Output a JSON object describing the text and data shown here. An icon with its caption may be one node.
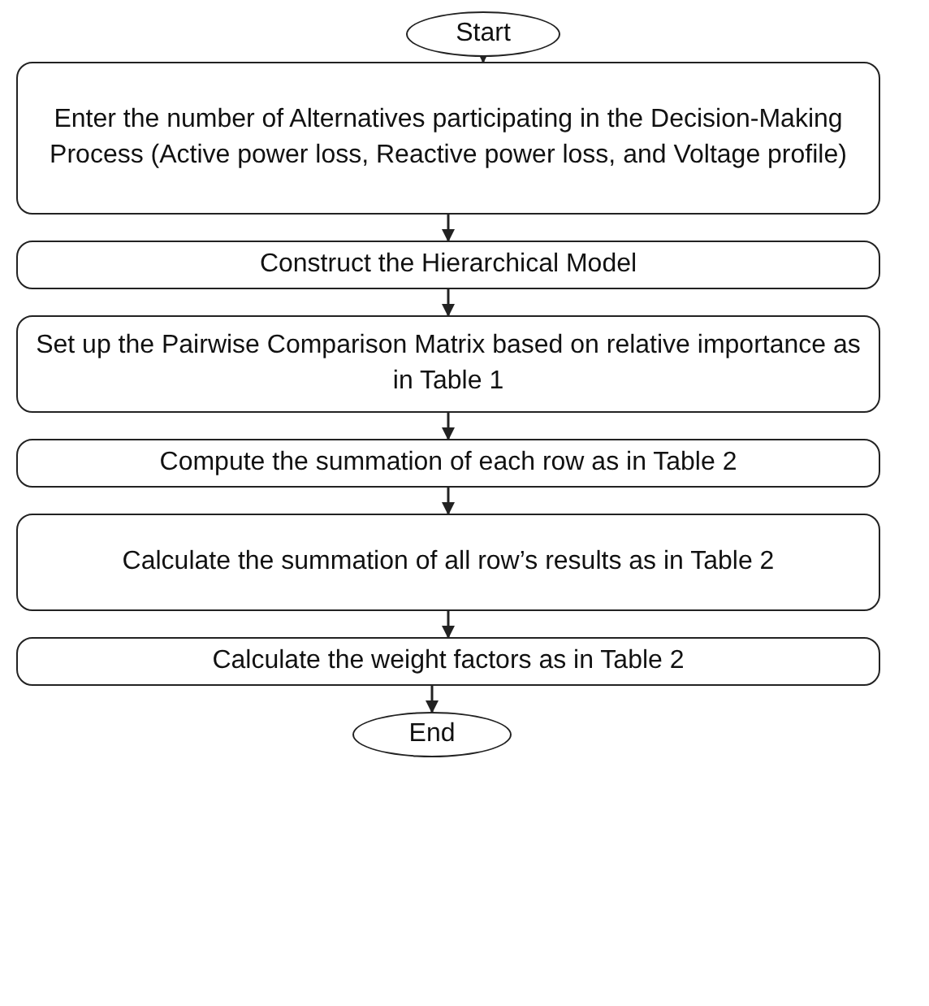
{
  "diagram": {
    "nodes": [
      {
        "text": [
          "Start"
        ]
      },
      {
        "text": [
          "Enter the number of Alternatives participating in the Decision-Making Process (Active power loss, Reactive power loss, and Voltage profile)"
        ]
      },
      {
        "text": [
          "Construct the Hierarchical Model"
        ]
      },
      {
        "text": [
          "Set up the Pairwise Comparison Matrix based on relative importance as in Table 1"
        ]
      },
      {
        "text": [
          "Compute the summation of each row as in Table 2"
        ]
      },
      {
        "text": [
          "Calculate the summation of all row’s results as in Table 2"
        ]
      },
      {
        "text": [
          "Calculate the weight factors as in Table 2"
        ]
      },
      {
        "text": [
          "End"
        ]
      }
    ],
    "edges": [
      {
        "from": 0,
        "to": 1,
        "arrow": "to"
      },
      {
        "from": 1,
        "to": 2,
        "arrow": "to"
      },
      {
        "from": 2,
        "to": 3,
        "arrow": "to"
      },
      {
        "from": 3,
        "to": 4,
        "arrow": "to"
      },
      {
        "from": 4,
        "to": 5,
        "arrow": "to"
      },
      {
        "from": 5,
        "to": 6,
        "arrow": "to"
      },
      {
        "from": 6,
        "to": 7,
        "arrow": "to"
      }
    ]
  }
}
